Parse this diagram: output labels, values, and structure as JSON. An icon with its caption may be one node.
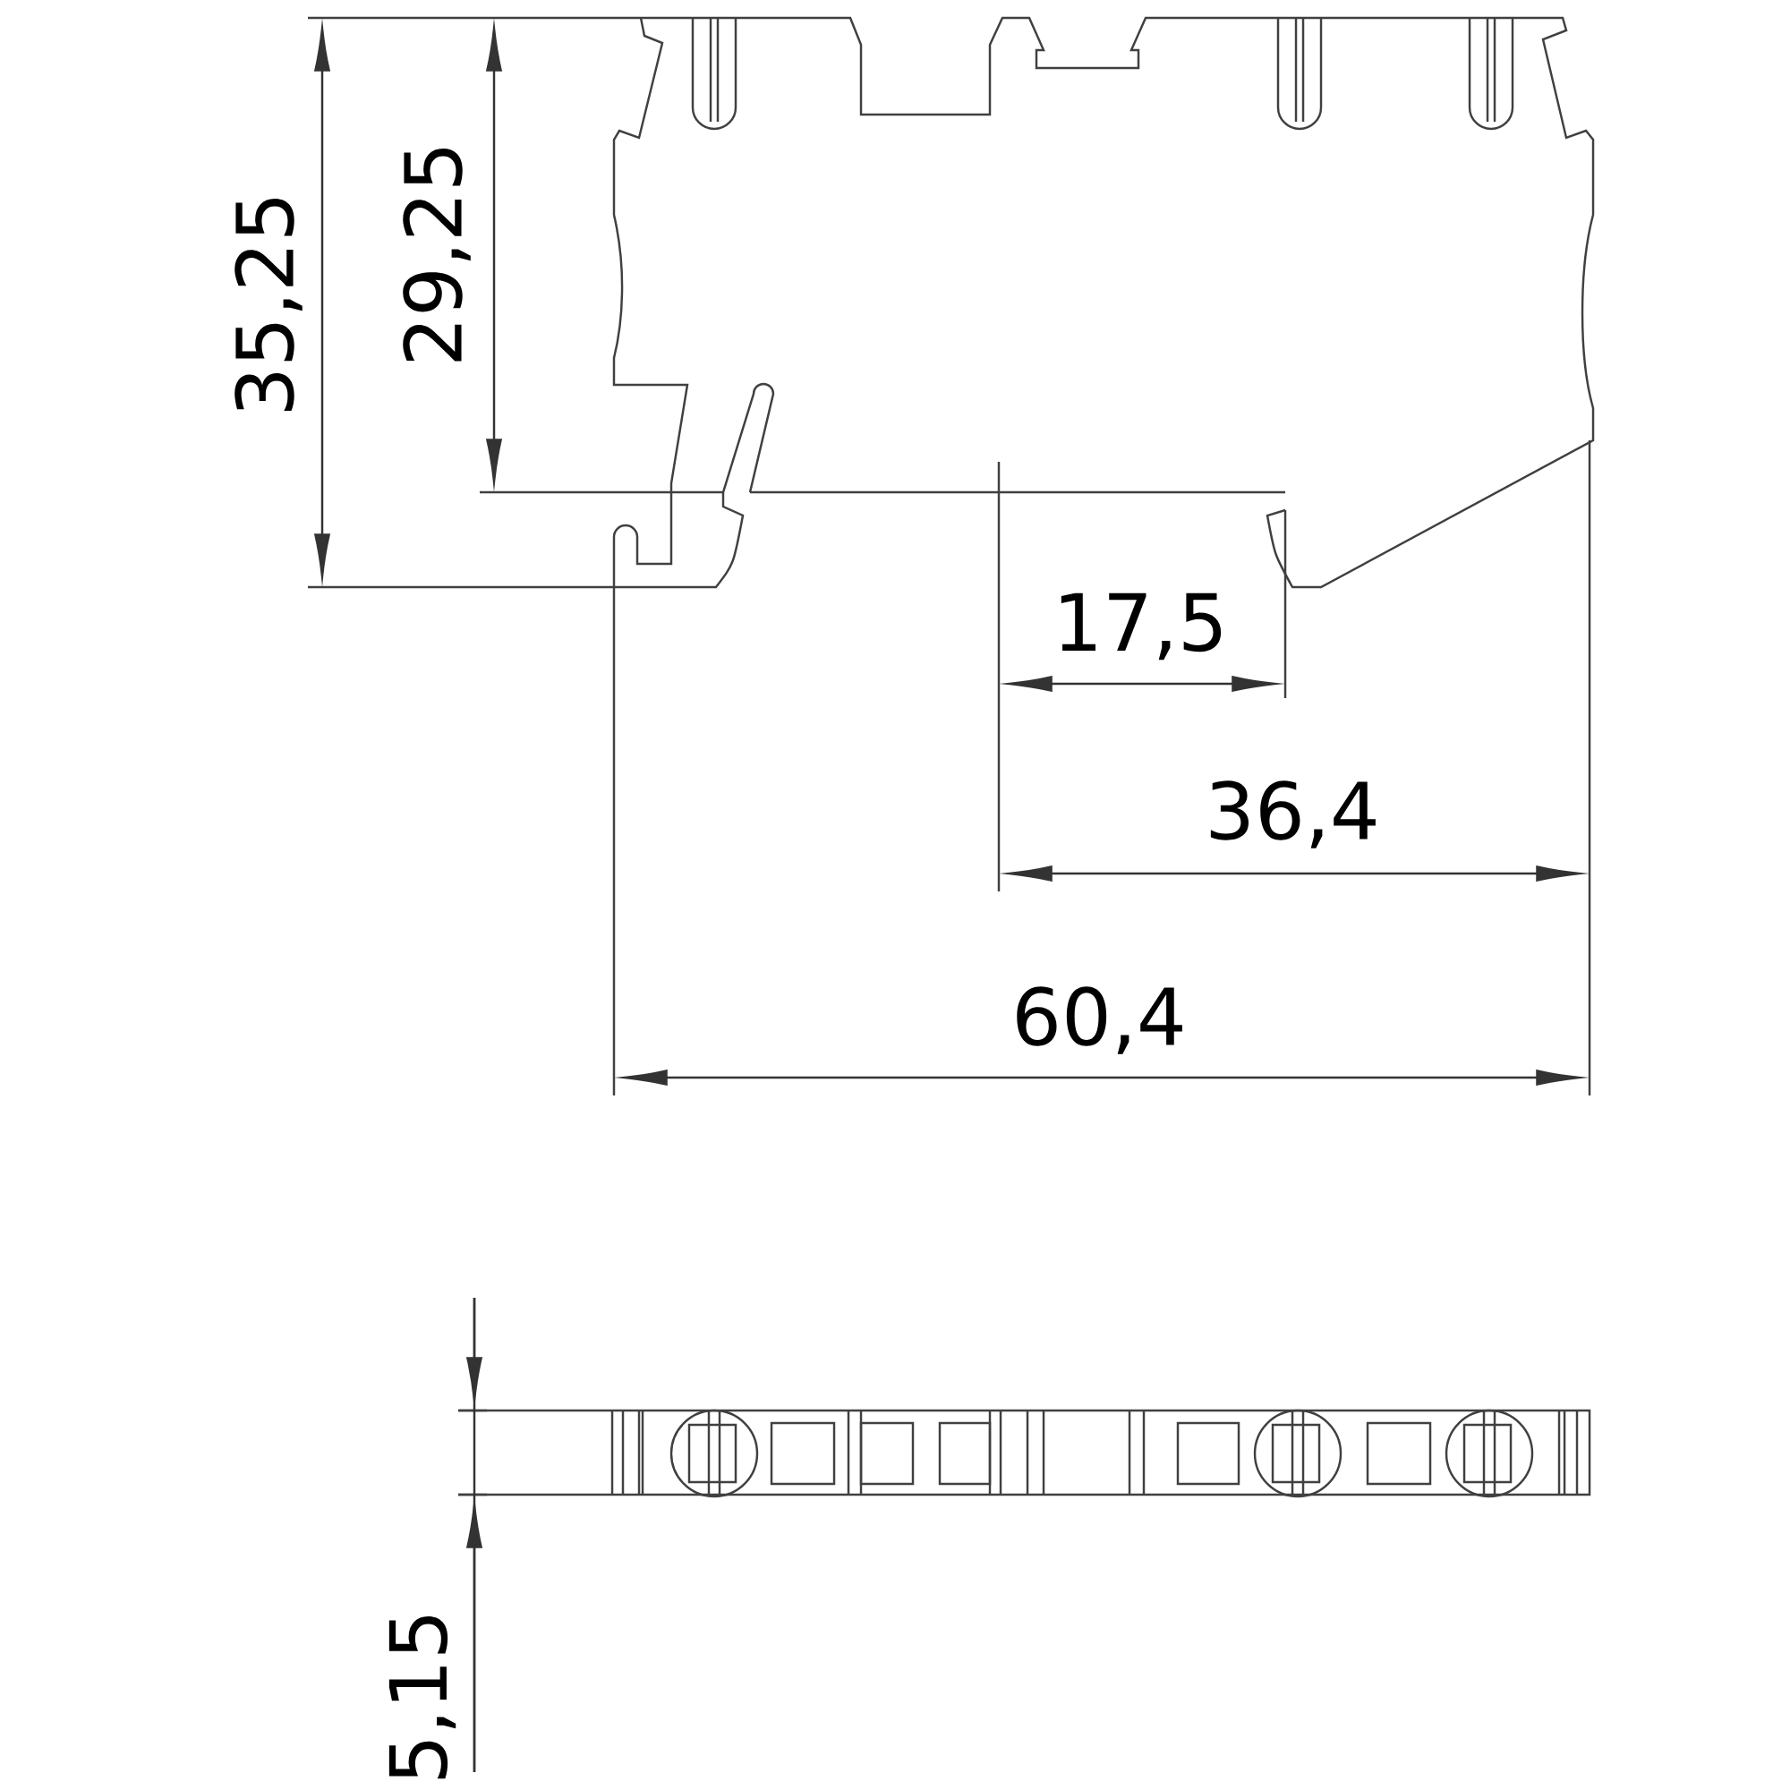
{
  "diagram": {
    "labels": [
      "35,25",
      "29,25",
      "17,5",
      "36,4",
      "60,4",
      "5,15"
    ]
  }
}
